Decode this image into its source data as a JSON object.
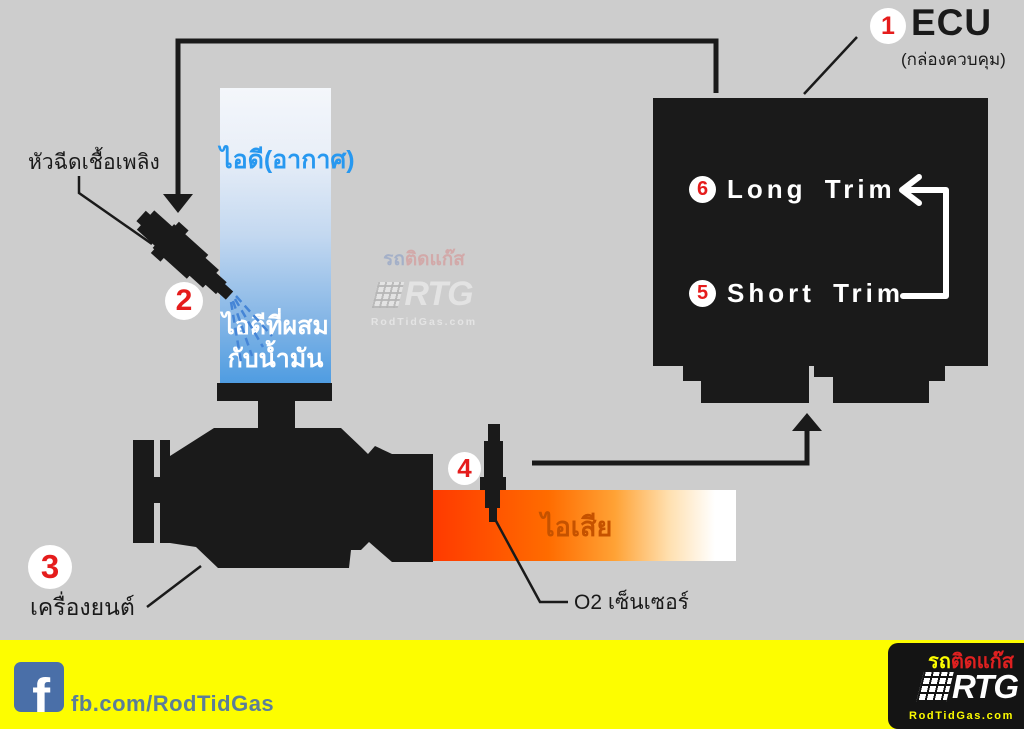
{
  "ecu": {
    "number": "1",
    "title": "ECU",
    "subtitle": "(กล่องควบคุม)",
    "items": [
      {
        "number": "6",
        "label": "Long Trim"
      },
      {
        "number": "5",
        "label": "Short Trim"
      }
    ]
  },
  "injector": {
    "number": "2",
    "label": "หัวฉีดเชื้อเพลิง"
  },
  "engine": {
    "number": "3",
    "label": "เครื่องยนต์"
  },
  "o2": {
    "number": "4",
    "label": "O2 เซ็นเซอร์"
  },
  "intake": {
    "air_label": "ไอดี(อากาศ)",
    "mixed_line1": "ไอดีที่ผสม",
    "mixed_line2": "กับน้ำมัน"
  },
  "exhaust": {
    "label": "ไอเสีย"
  },
  "watermark": {
    "th1": "รถ",
    "th2": "ติดแก๊ส",
    "logo": "RTG",
    "site": "RodTidGas.com"
  },
  "footer": {
    "fb_f": "f",
    "handle": "fb.com/RodTidGas",
    "brand": {
      "th1": "รถ",
      "th2": "ติดแก๊ส",
      "logo": "RTG",
      "site": "RodTidGas.com"
    }
  },
  "colors": {
    "background": "#CDCDCD",
    "ink_black": "#1A1A1A",
    "number_red": "#E51C1C",
    "intake_blue_text": "#2798F0",
    "intake_fill_bottom": "#4E9CE1",
    "exhaust_orange": "#FF3A00",
    "exhaust_label": "#C55200",
    "footer_yellow": "#FDFD00",
    "facebook_blue": "#4A6FA8",
    "handle_gray_blue": "#5B7E99",
    "brand_red": "#E02020"
  }
}
